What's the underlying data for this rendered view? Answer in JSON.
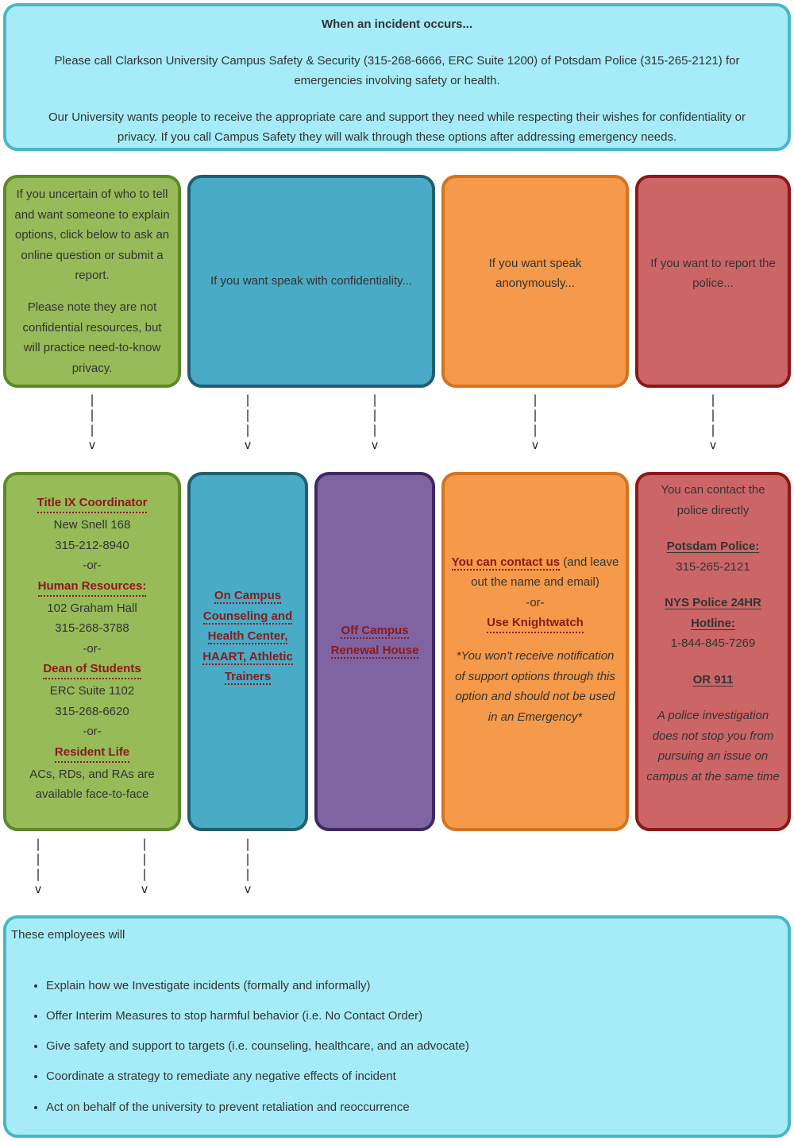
{
  "top": {
    "title": "When an incident occurs...",
    "p1": "Please call Clarkson University Campus Safety & Security (315-268-6666, ERC Suite 1200) of Potsdam Police (315-265-2121) for emergencies involving safety or health.",
    "p2": "Our University wants people to receive the appropriate care and support they need while respecting their wishes for confidentiality or privacy.  If you call Campus Safety they will walk through these options after addressing emergency needs."
  },
  "row1": {
    "green": {
      "p1": "If you uncertain of who to tell and want someone to explain options, click below to ask an online question or submit a report.",
      "p2": "Please note they are not confidential resources, but will practice need-to-know privacy."
    },
    "teal": "If you want speak with confidentiality...",
    "orange": "If you want speak anonymously...",
    "red": "If you want to report the police..."
  },
  "arrow": {
    "bar": "|",
    "head": "v"
  },
  "row2": {
    "green": {
      "title_ix": "Title IX Coordinator",
      "title_ix_room": "New Snell 168",
      "title_ix_phone": "315-212-8940",
      "or1": "-or-",
      "hr": "Human Resources:",
      "hr_room": "102 Graham Hall",
      "hr_phone": "315-268-3788",
      "or2": "-or-",
      "dean": "Dean of Students",
      "dean_room": "ERC Suite 1102",
      "dean_phone": "315-268-6620",
      "or3": "-or-",
      "res": "Resident Life",
      "res_text": "ACs, RDs, and RAs are available face-to-face"
    },
    "teal": {
      "link": "On Campus Counseling and Health Center, HAART, Athletic Trainers"
    },
    "purple": {
      "link": "Off Campus Renewal House"
    },
    "orange": {
      "contact_link": "You can contact us",
      "contact_rest": " (and leave out the name and email)",
      "or": "-or-",
      "kw_link": "Use Knightwatch",
      "note": "*You won't receive notification of support options through this option and should not be used in an Emergency*"
    },
    "red": {
      "intro": "You can contact the police directly",
      "potsdam": "Potsdam Police:",
      "potsdam_phone": "315-265-2121",
      "nys": "NYS Police 24HR Hotline:",
      "nys_phone": "1-844-845-7269",
      "or911": "OR 911",
      "note": "A police investigation does not stop you from pursuing an issue on campus at the same time"
    }
  },
  "bottom": {
    "intro": "These employees will",
    "items": [
      "Explain how we Investigate incidents (formally and informally)",
      "Offer Interim Measures to stop harmful behavior (i.e. No Contact Order)",
      "Give safety and support to targets (i.e. counseling, healthcare, and an advocate)",
      "Coordinate a strategy to remediate any negative effects of incident",
      "Act on behalf of the university to prevent retaliation and reoccurrence"
    ]
  }
}
